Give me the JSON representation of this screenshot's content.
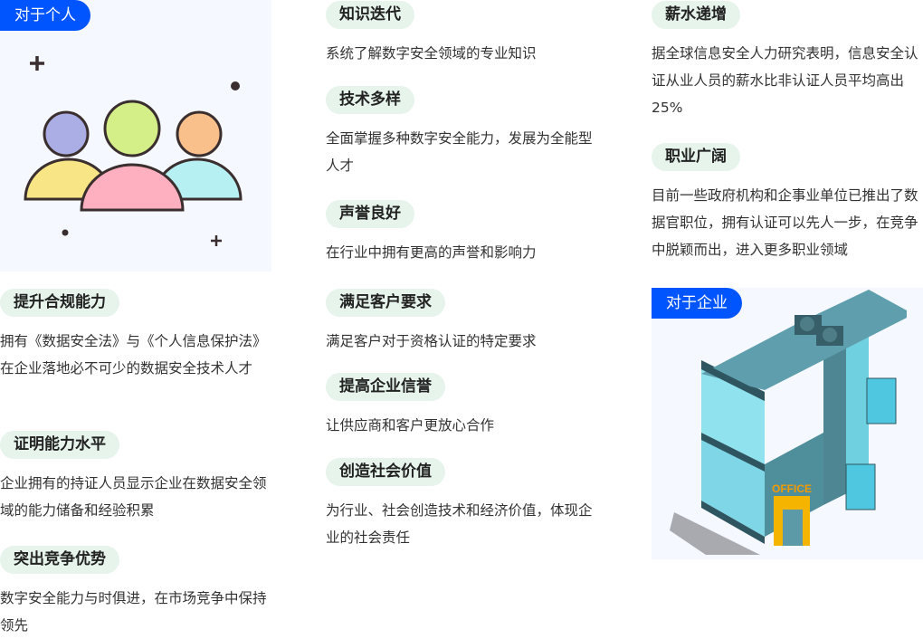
{
  "individual": {
    "badge": "对于个人",
    "icon": "people-icon",
    "items": [
      {
        "title": "提升合规能力",
        "desc": "拥有《数据安全法》与《个人信息保护法》在企业落地必不可少的数据安全技术人才"
      },
      {
        "title": "证明能力水平",
        "desc": "企业拥有的持证人员显示企业在数据安全领域的能力储备和经验积累"
      },
      {
        "title": "突出竞争优势",
        "desc": "数字安全能力与时俱进，在市场竞争中保持领先"
      }
    ]
  },
  "middle": {
    "items": [
      {
        "title": "知识迭代",
        "desc": "系统了解数字安全领域的专业知识"
      },
      {
        "title": "技术多样",
        "desc": "全面掌握多种数字安全能力，发展为全能型人才"
      },
      {
        "title": "声誉良好",
        "desc": "在行业中拥有更高的声誉和影响力"
      },
      {
        "title": "满足客户要求",
        "desc": "满足客户对于资格认证的特定要求"
      },
      {
        "title": "提高企业信誉",
        "desc": "让供应商和客户更放心合作"
      },
      {
        "title": "创造社会价值",
        "desc": "为行业、社会创造技术和经济价值，体现企业的社会责任"
      }
    ]
  },
  "right": {
    "items": [
      {
        "title": "薪水递增",
        "desc": "据全球信息安全人力研究表明，信息安全认证从业人员的薪水比非认证人员平均高出25%"
      },
      {
        "title": "职业广阔",
        "desc": "目前一些政府机构和企事业单位已推出了数据官职位，拥有认证可以先人一步，在竞争中脱颖而出，进入更多职业领域"
      }
    ]
  },
  "enterprise": {
    "badge": "对于企业",
    "icon": "office-building-icon",
    "sign": "OFFICE"
  },
  "colors": {
    "accent": "#0055ff",
    "tag_bg": "#e6f4ec",
    "image_bg": "#f5f8ff"
  }
}
